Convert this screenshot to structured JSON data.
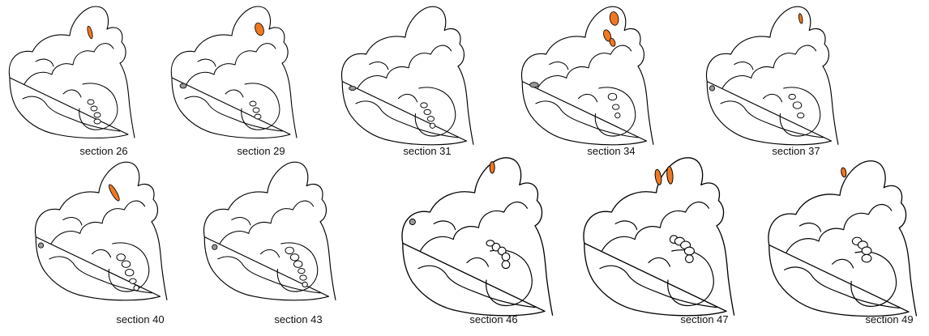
{
  "colors": {
    "lesion": "#f07820",
    "outline": "#000000",
    "ventricle_fill": "#9a9a9a"
  },
  "sections": [
    {
      "label": "section 26",
      "lesions": 1,
      "row": 1
    },
    {
      "label": "section 29",
      "lesions": 1,
      "row": 1
    },
    {
      "label": "section 31",
      "lesions": 0,
      "row": 1
    },
    {
      "label": "section 34",
      "lesions": 3,
      "row": 1
    },
    {
      "label": "section 37",
      "lesions": 1,
      "row": 1
    },
    {
      "label": "section 40",
      "lesions": 1,
      "row": 2
    },
    {
      "label": "section 43",
      "lesions": 0,
      "row": 2
    },
    {
      "label": "section 46",
      "lesions": 1,
      "row": 2
    },
    {
      "label": "section 47",
      "lesions": 2,
      "row": 2
    },
    {
      "label": "section 49",
      "lesions": 1,
      "row": 2
    }
  ]
}
